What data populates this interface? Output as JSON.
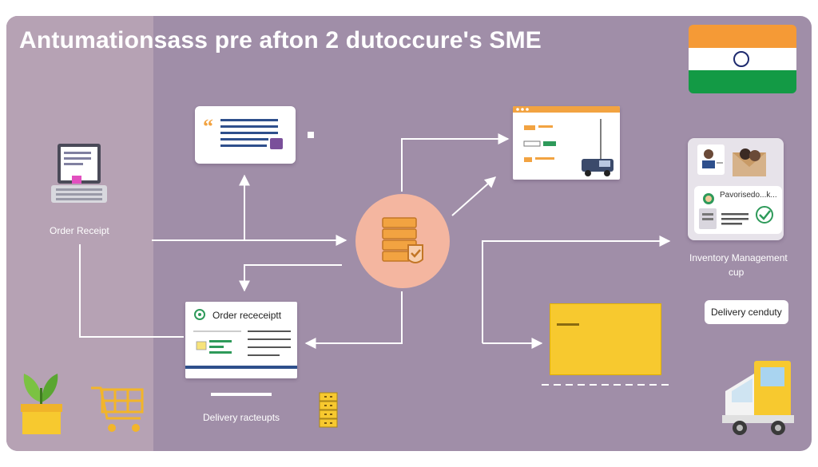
{
  "title": "Antumationsass pre afton 2 dutoccure's SME",
  "labels": {
    "order_receipt": "Order Receipt",
    "inventory_line1": "Inventory Management",
    "inventory_line2": "cup",
    "delivery_pill": "Delivery cenduty",
    "order_card_title": "Order receceiptt",
    "delivery_bottom": "Delivery racteupts",
    "profile_name": "Pavorisedo...k..."
  },
  "icons": {
    "flag": "india-flag-icon",
    "laptop": "laptop-icon",
    "hub": "stacked-boxes-check-icon",
    "cart": "shopping-cart-icon",
    "plant": "plant-pot-icon",
    "truck": "delivery-truck-icon",
    "van": "van-icon"
  },
  "colors": {
    "background": "#a08ea8",
    "left_strip": "#b6a2b4",
    "hub": "#f4b6a0",
    "accent_orange": "#f2a341",
    "accent_yellow": "#f7c92f",
    "flag_saffron": "#f59a36",
    "flag_green": "#139a45",
    "flag_chakra": "#1d2a6e",
    "line_blue": "#2e4f8c"
  }
}
